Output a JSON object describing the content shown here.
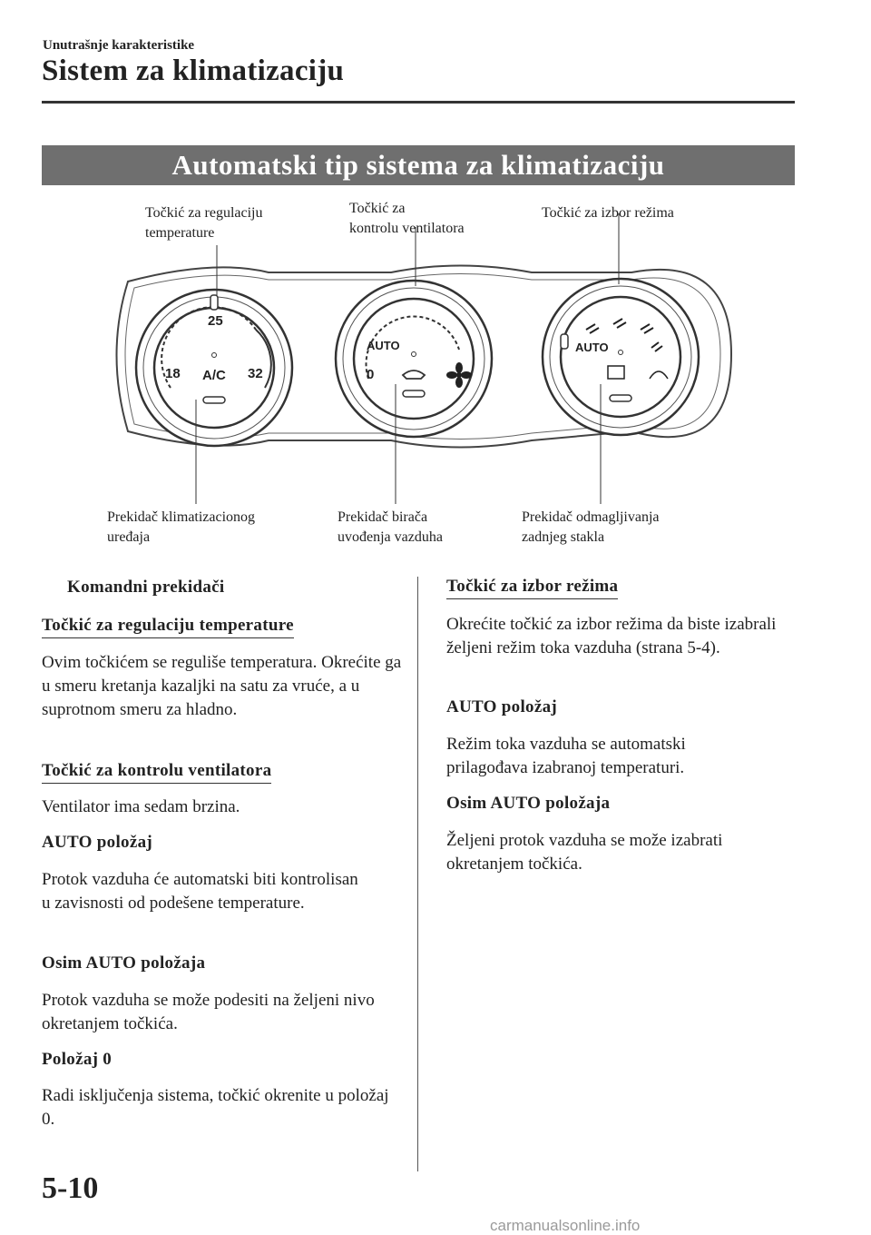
{
  "header": {
    "section": "Unutrašnje karakteristike",
    "title": "Sistem za klimatizaciju"
  },
  "banner": "Automatski tip sistema za klimatizaciju",
  "diagram": {
    "callouts_top": {
      "temp_dial": [
        "Točkić za regulaciju",
        "temperature"
      ],
      "fan_dial": [
        "Točkić za",
        "kontrolu ventilatora"
      ],
      "mode_dial": "Točkić za izbor režima"
    },
    "callouts_bottom": {
      "ac_switch": [
        "Prekidač klimatizacionog",
        "uređaja"
      ],
      "intake_switch": [
        "Prekidač birača",
        "uvođenja vazduha"
      ],
      "defroster_switch": [
        "Prekidač odmagljivanja",
        "zadnjeg stakla"
      ]
    },
    "dial_labels": {
      "temp_min": "18",
      "temp_mid": "25",
      "temp_max": "32",
      "ac": "A/C",
      "fan_auto": "AUTO",
      "fan_zero": "0",
      "mode_auto": "AUTO"
    }
  },
  "left_column": {
    "main_heading": "Komandni prekidači",
    "temp_heading": "Točkić za regulaciju temperature",
    "temp_text": "Ovim točkićem se reguliše temperatura. Okrećite ga u smeru kretanja kazaljki na satu za vruće, a u suprotnom smeru za hladno.",
    "fan_heading": "Točkić za kontrolu ventilatora",
    "fan_text": "Ventilator ima sedam brzina.",
    "auto_heading": "AUTO položaj",
    "auto_text": "Protok vazduha će automatski biti kontrolisan u zavisnosti od podešene temperature.",
    "non_auto_heading": "Osim AUTO položaja",
    "non_auto_text": "Protok vazduha se može podesiti na željeni nivo okretanjem točkića.",
    "zero_heading": "Položaj 0",
    "zero_text": "Radi isključenja sistema, točkić okrenite u položaj 0."
  },
  "right_column": {
    "mode_heading": "Točkić za izbor režima",
    "mode_text": "Okrećite točkić za izbor režima da biste izabrali željeni režim toka vazduha (strana 5-4).",
    "auto_heading": "AUTO položaj",
    "auto_text": "Režim toka vazduha se automatski prilagođava izabranoj temperaturi.",
    "non_auto_heading": "Osim AUTO položaja",
    "non_auto_text": "Željeni protok vazduha se može izabrati okretanjem točkića."
  },
  "footer": {
    "page_number": "5-10",
    "watermark": "carmanualsonline.info"
  }
}
